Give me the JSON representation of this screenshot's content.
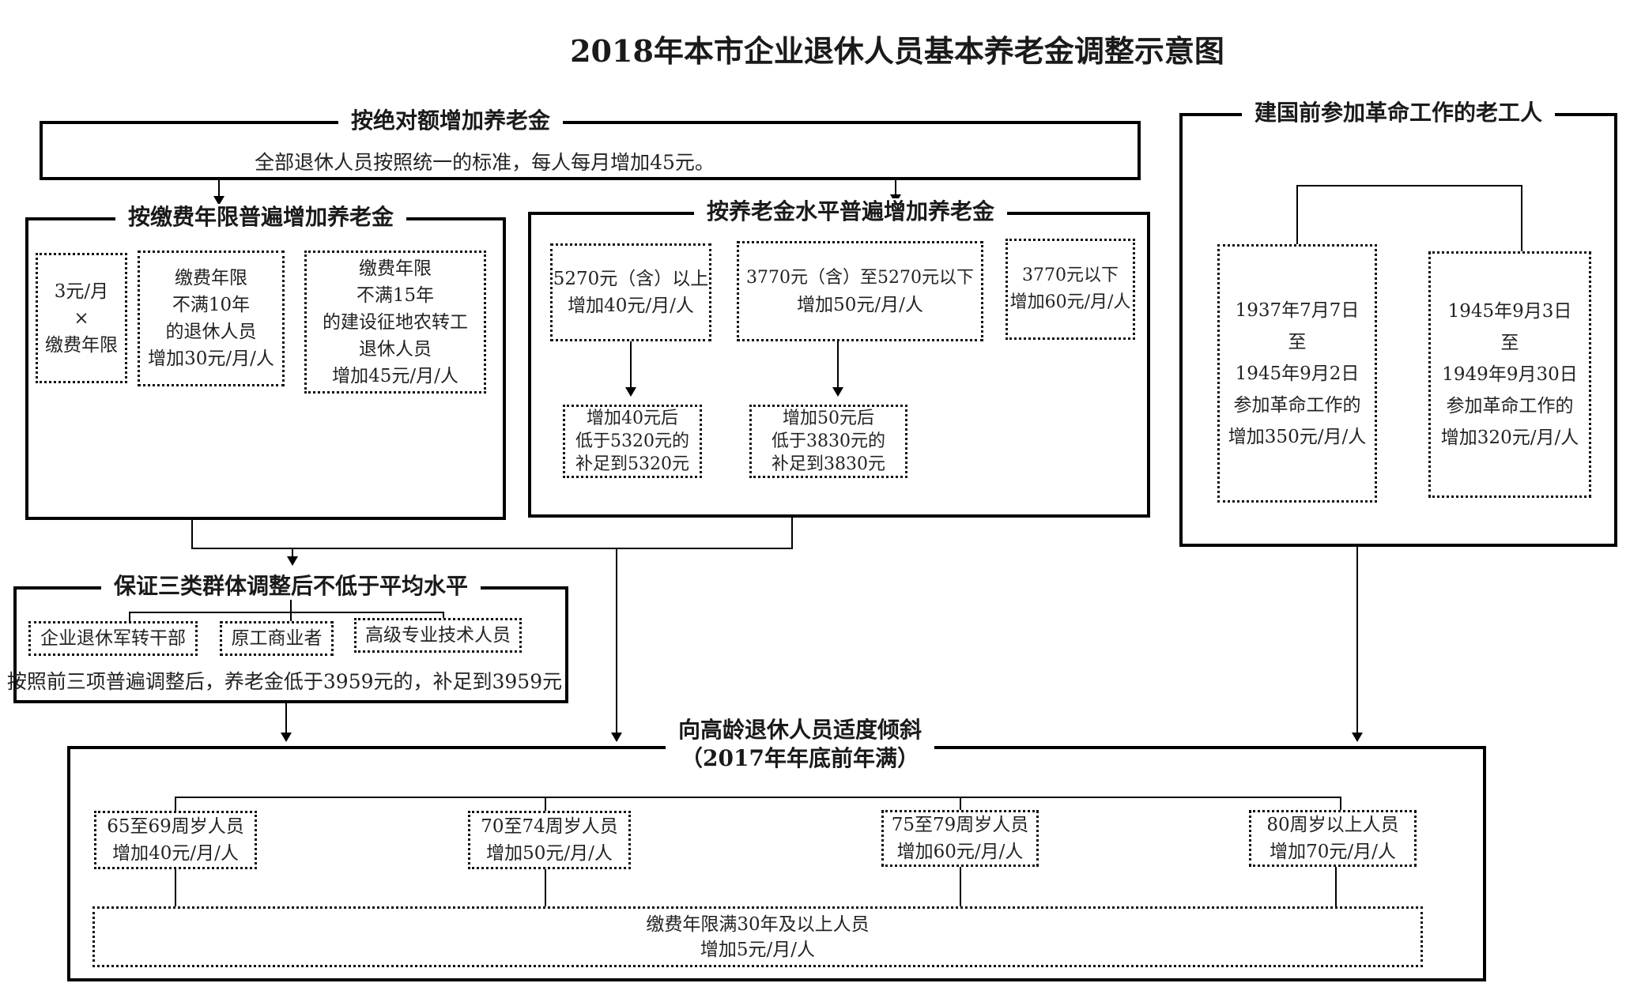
{
  "title": "2018年本市企业退休人员基本养老金调整示意图",
  "colors": {
    "line": "#000000",
    "background": "#ffffff",
    "text": "#1a1a1a"
  },
  "sections": {
    "absolute_amount": {
      "legend": "按绝对额增加养老金",
      "body": "全部退休人员按照统一的标准，每人每月增加45元。"
    },
    "by_payment_years": {
      "legend": "按缴费年限普遍增加养老金",
      "boxes": [
        {
          "lines": [
            "3元/月",
            "×",
            "缴费年限"
          ]
        },
        {
          "lines": [
            "缴费年限",
            "不满10年",
            "的退休人员",
            "增加30元/月/人"
          ]
        },
        {
          "lines": [
            "缴费年限",
            "不满15年",
            "的建设征地农转工",
            "退休人员",
            "增加45元/月/人"
          ]
        }
      ]
    },
    "by_pension_level": {
      "legend": "按养老金水平普遍增加养老金",
      "boxes": [
        {
          "lines": [
            "5270元（含）以上",
            "增加40元/月/人"
          ]
        },
        {
          "lines": [
            "3770元（含）至5270元以下",
            "增加50元/月/人"
          ]
        },
        {
          "lines": [
            "3770元以下",
            "增加60元/月/人"
          ]
        }
      ],
      "supplements": [
        {
          "lines": [
            "增加40元后",
            "低于5320元的",
            "补足到5320元"
          ]
        },
        {
          "lines": [
            "增加50元后",
            "低于3830元的",
            "补足到3830元"
          ]
        }
      ]
    },
    "pre_founding_workers": {
      "legend": "建国前参加革命工作的老工人",
      "boxes": [
        {
          "lines": [
            "1937年7月7日",
            "至",
            "1945年9月2日",
            "参加革命工作的",
            "增加350元/月/人"
          ]
        },
        {
          "lines": [
            "1945年9月3日",
            "至",
            "1949年9月30日",
            "参加革命工作的",
            "增加320元/月/人"
          ]
        }
      ]
    },
    "three_groups": {
      "legend": "保证三类群体调整后不低于平均水平",
      "groups": [
        "企业退休军转干部",
        "原工商业者",
        "高级专业技术人员"
      ],
      "caption": "按照前三项普遍调整后，养老金低于3959元的，补足到3959元"
    },
    "elderly_tilt": {
      "legend_line1": "向高龄退休人员适度倾斜",
      "legend_line2": "（2017年年底前年满）",
      "age_boxes": [
        {
          "lines": [
            "65至69周岁人员",
            "增加40元/月/人"
          ]
        },
        {
          "lines": [
            "70至74周岁人员",
            "增加50元/月/人"
          ]
        },
        {
          "lines": [
            "75至79周岁人员",
            "增加60元/月/人"
          ]
        },
        {
          "lines": [
            "80周岁以上人员",
            "增加70元/月/人"
          ]
        }
      ],
      "bottom_box": {
        "lines": [
          "缴费年限满30年及以上人员",
          "增加5元/月/人"
        ]
      }
    }
  }
}
